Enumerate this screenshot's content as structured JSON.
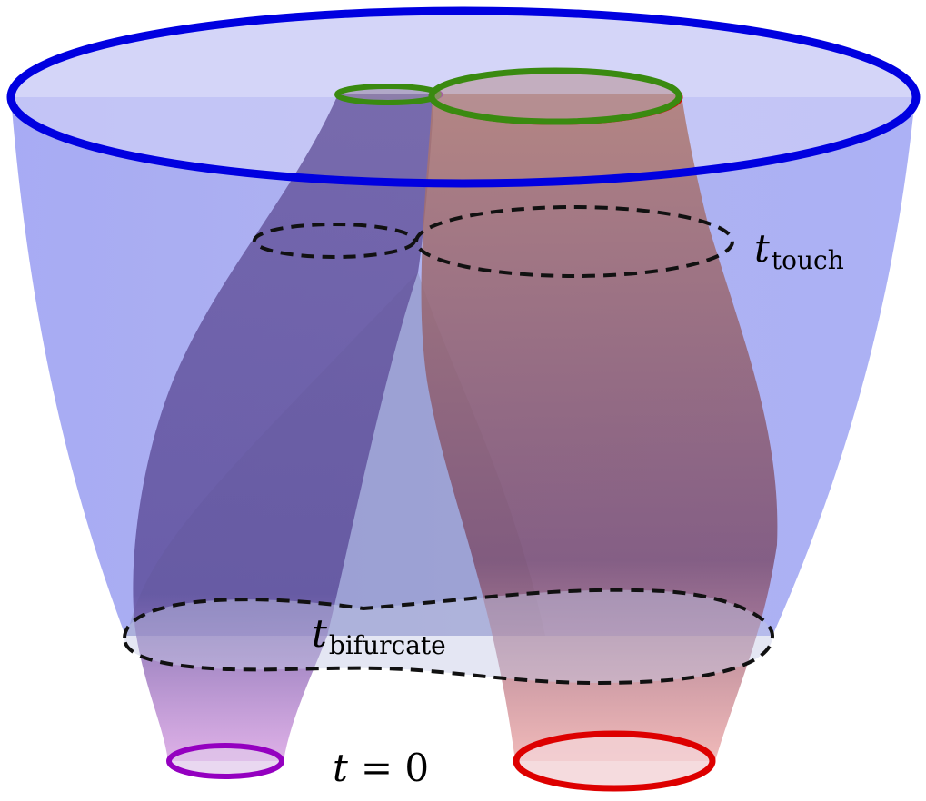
{
  "labels": {
    "touch": {
      "var": "t",
      "sub": "touch"
    },
    "bifurcate": {
      "var": "t",
      "sub": "bifurcate"
    },
    "initial": {
      "var": "t",
      "rest": "= 0"
    }
  },
  "colors": {
    "outer_stroke": "#0000e0",
    "outer_fill": "#7a80e8",
    "left_tube_fill": "#c070d0",
    "left_tube_stroke": "#9400c0",
    "right_tube_fill": "#e07070",
    "right_tube_stroke": "#dd0000",
    "top_rim_stroke": "#3a8a10",
    "dashed_stroke": "#111111"
  }
}
